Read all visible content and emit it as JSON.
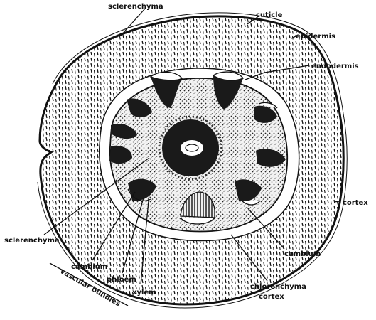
{
  "labels": {
    "sclerenchyma_top": "sclerenchyma",
    "cuticle": "cuticle",
    "epidermis": "epidermis",
    "endodermis": "endodermis",
    "sclerenchyma_left": "sclerenchyma",
    "cambium_left": "cambium",
    "phloem": "phloem",
    "xylem": "xylem",
    "cambium_right": "cambium",
    "cortex_right": "cortex",
    "chlorenchyma_cortex_line1": "chlorenchyma",
    "chlorenchyma_cortex_line2": "cortex",
    "vascular_bundles": "vascular bundles"
  }
}
